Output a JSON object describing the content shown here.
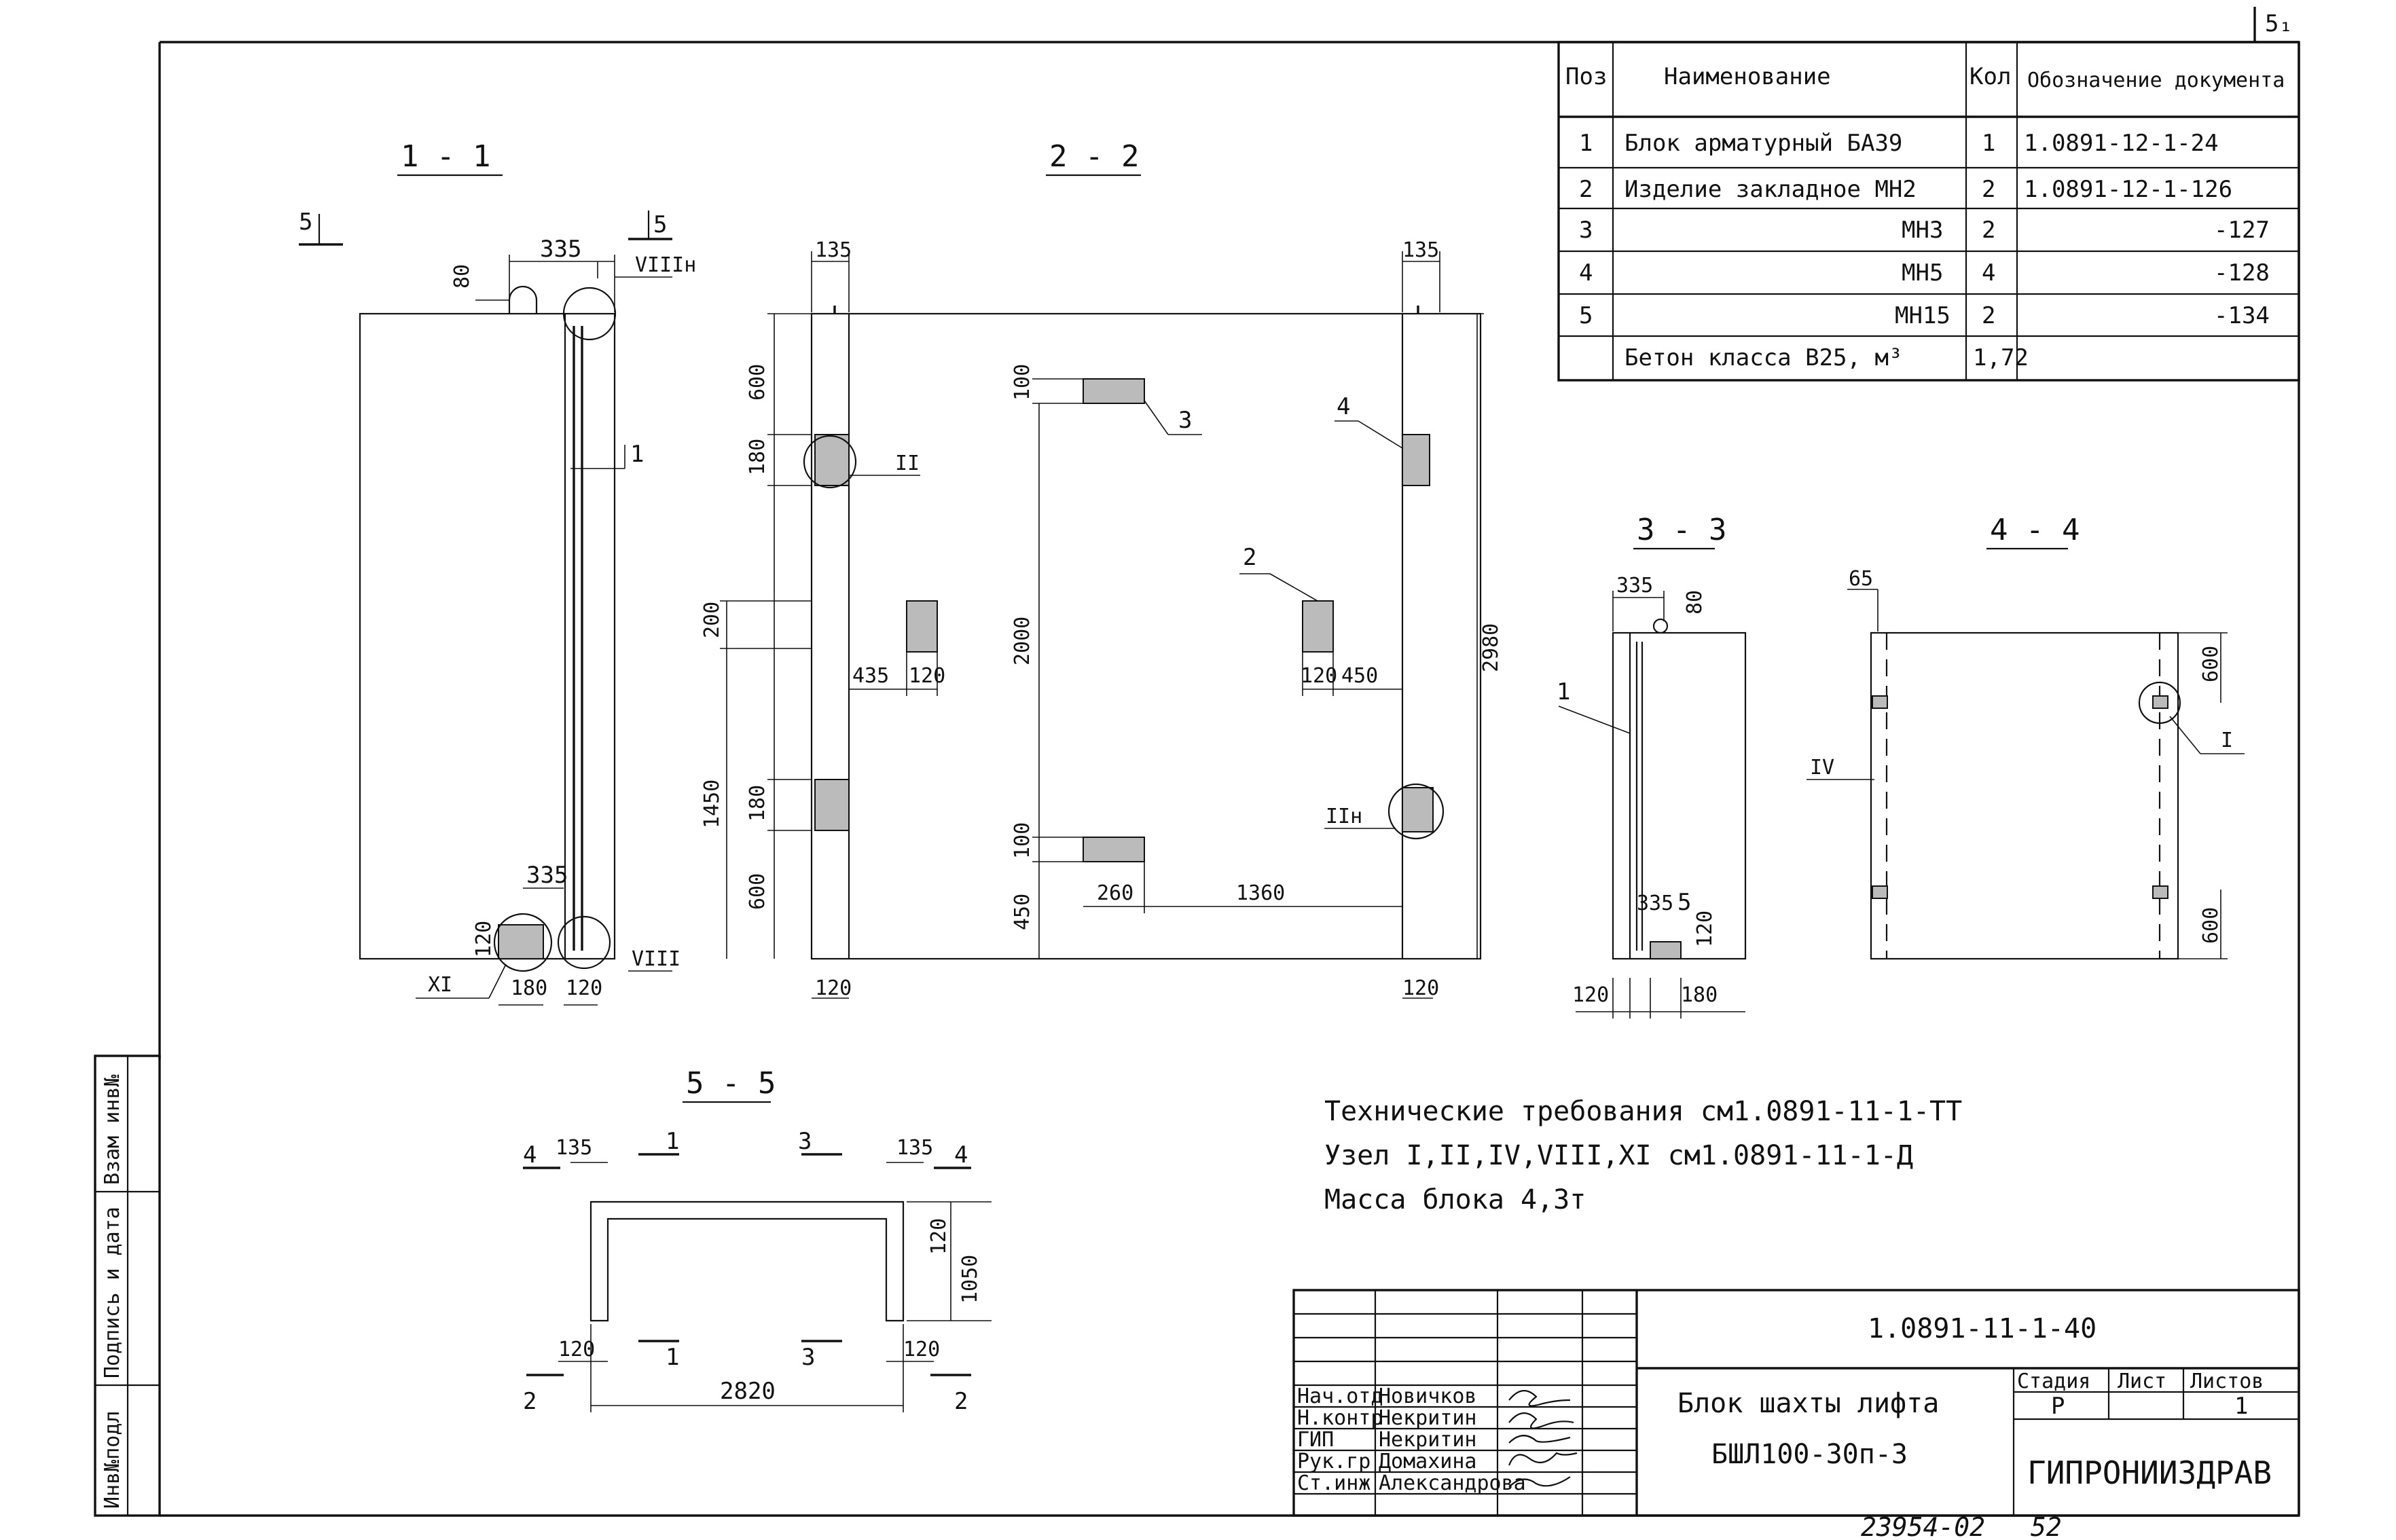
{
  "corner_sheet": "5₁",
  "sections": {
    "s11": "1 - 1",
    "s22": "2 - 2",
    "s33": "3 - 3",
    "s44": "4 - 4",
    "s55": "5 - 5"
  },
  "dims": {
    "d335": "335",
    "d80": "80",
    "d120": "120",
    "d180": "180",
    "d135": "135",
    "d600": "600",
    "d100": "100",
    "d200": "200",
    "d2000": "2000",
    "d1450": "1450",
    "d450": "450",
    "d435": "435",
    "d2980": "2980",
    "d260": "260",
    "d1360": "1360",
    "d65": "65",
    "d1050": "1050",
    "d2820": "2820"
  },
  "marks": {
    "p1": "1",
    "p2": "2",
    "p3": "3",
    "p4": "4",
    "p5": "5",
    "c5": "5",
    "c4": "4",
    "c3": "3",
    "c2": "2",
    "c1": "1"
  },
  "nodes": {
    "VIIIn": "VIIIн",
    "VIII": "VIII",
    "XI": "XI",
    "II": "II",
    "IIn": "IIн",
    "IV": "IV",
    "I": "I"
  },
  "spec": {
    "headers": {
      "pos": "Поз",
      "name": "Наименование",
      "qty": "Кол",
      "doc": "Обозначение документа"
    },
    "rows": [
      {
        "pos": "1",
        "name": "Блок арматурный БА39",
        "qty": "1",
        "doc": "1.0891-12-1-24"
      },
      {
        "pos": "2",
        "name": "Изделие закладное МН2",
        "qty": "2",
        "doc": "1.0891-12-1-126"
      },
      {
        "pos": "3",
        "name": "МН3",
        "qty": "2",
        "doc": "-127"
      },
      {
        "pos": "4",
        "name": "МН5",
        "qty": "4",
        "doc": "-128"
      },
      {
        "pos": "5",
        "name": "МН15",
        "qty": "2",
        "doc": "-134"
      },
      {
        "pos": "",
        "name": "Бетон класса В25, м³",
        "qty": "1,72",
        "doc": ""
      }
    ]
  },
  "notes": {
    "line1": "Технические требования см1.0891-11-1-ТТ",
    "line2": "Узел I,II,IV,VIII,XI см1.0891-11-1-Д",
    "line3": "Масса блока 4,3т"
  },
  "side_stamp": {
    "a": "Взам инв№",
    "b": "Подпись и дата",
    "c": "Инв№подл"
  },
  "title_block": {
    "designation": "1.0891-11-1-40",
    "title_line1": "Блок шахты лифта",
    "title_line2": "БШЛ100-30п-3",
    "stage_label": "Стадия",
    "sheet_label": "Лист",
    "sheets_label": "Листов",
    "stage": "Р",
    "sheets": "1",
    "org": "ГИПРОНИИЗДРАВ",
    "people": [
      {
        "role": "Нач.отд",
        "name": "Новичков"
      },
      {
        "role": "Н.контр",
        "name": "Некритин"
      },
      {
        "role": "ГИП",
        "name": "Некритин"
      },
      {
        "role": "Рук.гр",
        "name": "Домахина"
      },
      {
        "role": "Ст.инж",
        "name": "Александрова"
      }
    ]
  },
  "footer": {
    "number": "23954-02",
    "page": "52"
  }
}
